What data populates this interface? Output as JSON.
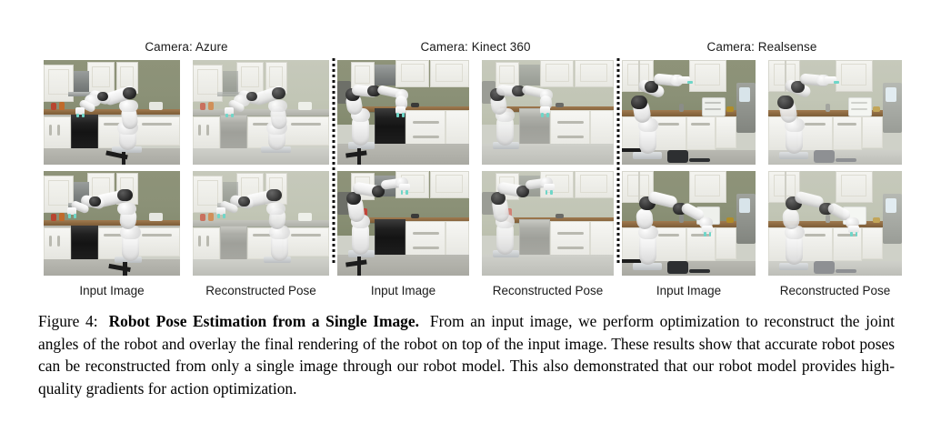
{
  "figure": {
    "camera_groups": [
      {
        "title": "Camera: Azure",
        "column_labels": [
          "Input Image",
          "Reconstructed Pose"
        ],
        "rows": [
          {
            "input_alt": "kitchen scene with white robot arm reaching toward stove",
            "reconstructed_alt": "rendered robot arm overlaid on kitchen scene"
          },
          {
            "input_alt": "kitchen scene with robot arm raised over counter",
            "reconstructed_alt": "rendered robot arm pose overlay"
          }
        ]
      },
      {
        "title": "Camera: Kinect 360",
        "column_labels": [
          "Input Image",
          "Reconstructed Pose"
        ],
        "rows": [
          {
            "input_alt": "side view of kitchen with robot arm extended over stove",
            "reconstructed_alt": "rendered robot arm side view overlay"
          },
          {
            "input_alt": "side view of kitchen with robot arm reaching upward",
            "reconstructed_alt": "rendered robot arm reaching upward overlay"
          }
        ]
      },
      {
        "title": "Camera: Realsense",
        "column_labels": [
          "Input Image",
          "Reconstructed Pose"
        ],
        "rows": [
          {
            "input_alt": "kitchen counter with robot arm reaching toward shelf",
            "reconstructed_alt": "rendered robot arm reaching toward shelf overlay"
          },
          {
            "input_alt": "kitchen counter with robot arm bent over sink",
            "reconstructed_alt": "rendered robot arm bent over sink overlay"
          }
        ]
      }
    ]
  },
  "caption": {
    "label": "Figure 4:",
    "title": "Robot Pose Estimation from a Single Image.",
    "body": "From an input image, we perform optimization to reconstruct the joint angles of the robot and overlay the final rendering of the robot on top of the input image. These results show that accurate robot poses can be reconstructed from only a single image through our robot model. This also demonstrated that our robot model provides high-quality gradients for action optimization."
  },
  "colors": {
    "text": "#000000",
    "label_text": "#1a1a1a",
    "separator": "#111111",
    "background": "#ffffff",
    "wall_green": "#8b9177",
    "counter_wood": "#8a6840",
    "robot_white": "#f0f0f0",
    "joint_dark": "#232323",
    "gripper_teal": "#6fd6c8"
  }
}
